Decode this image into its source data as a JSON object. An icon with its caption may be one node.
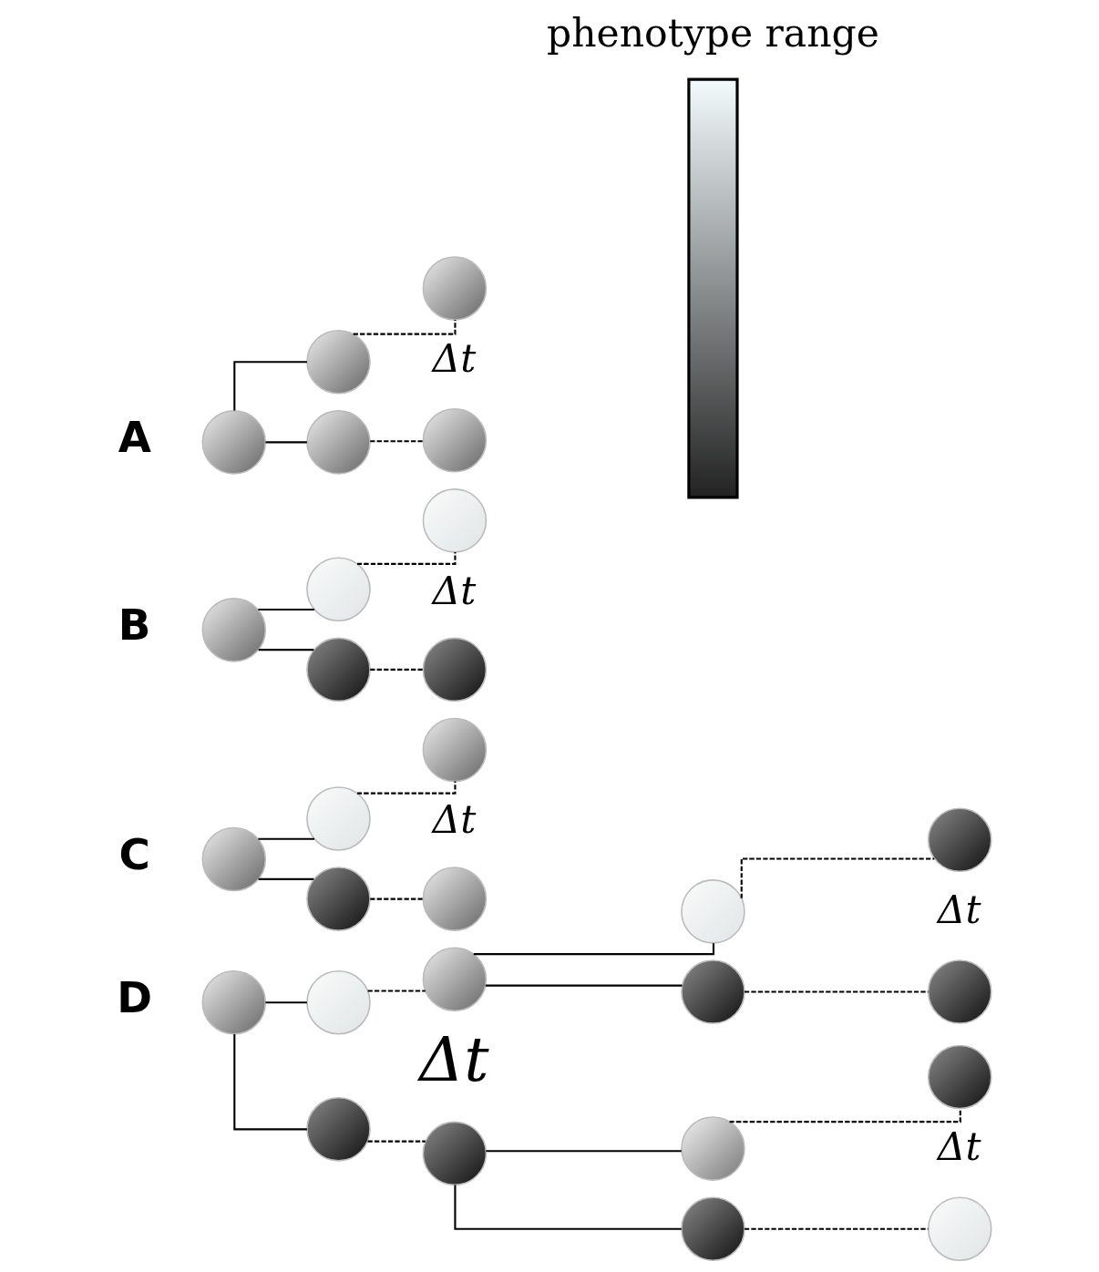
{
  "diagram": {
    "nodes": [
      {
        "text": [],
        "shape": "circle"
      },
      {
        "text": [],
        "shape": "circle"
      },
      {
        "text": [],
        "shape": "circle"
      },
      {
        "text": [],
        "shape": "circle"
      },
      {
        "text": [],
        "shape": "circle"
      },
      {
        "text": [],
        "shape": "circle"
      },
      {
        "text": [],
        "shape": "circle"
      },
      {
        "text": [],
        "shape": "circle"
      },
      {
        "text": [],
        "shape": "circle"
      },
      {
        "text": [],
        "shape": "circle"
      },
      {
        "text": [],
        "shape": "circle"
      },
      {
        "text": [],
        "shape": "circle"
      },
      {
        "text": [],
        "shape": "circle"
      },
      {
        "text": [],
        "shape": "circle"
      },
      {
        "text": [],
        "shape": "circle"
      },
      {
        "text": [],
        "shape": "circle"
      },
      {
        "text": [],
        "shape": "circle"
      },
      {
        "text": [],
        "shape": "circle"
      },
      {
        "text": [],
        "shape": "circle"
      },
      {
        "text": [],
        "shape": "circle"
      },
      {
        "text": [],
        "shape": "circle"
      },
      {
        "text": [],
        "shape": "circle"
      },
      {
        "text": [],
        "shape": "circle"
      },
      {
        "text": [],
        "shape": "circle"
      },
      {
        "text": [],
        "shape": "circle"
      },
      {
        "text": [],
        "shape": "circle"
      },
      {
        "text": [],
        "shape": "circle"
      },
      {
        "text": [],
        "shape": "circle"
      },
      {
        "text": [],
        "shape": "bar",
        "beside": [
          "phenotype range"
        ]
      }
    ],
    "edges": [
      {
        "from": 0,
        "to": 1,
        "arrow": "none"
      },
      {
        "from": 0,
        "to": 3,
        "arrow": "none"
      },
      {
        "from": 1,
        "to": 2,
        "arrow": "none",
        "style": "dashed"
      },
      {
        "from": 3,
        "to": 4,
        "arrow": "none",
        "style": "dashed"
      },
      {
        "from": 5,
        "to": 6,
        "arrow": "none"
      },
      {
        "from": 5,
        "to": 8,
        "arrow": "none"
      },
      {
        "from": 6,
        "to": 7,
        "arrow": "none",
        "style": "dashed"
      },
      {
        "from": 8,
        "to": 9,
        "arrow": "none",
        "style": "dashed"
      },
      {
        "from": 10,
        "to": 11,
        "arrow": "none"
      },
      {
        "from": 10,
        "to": 13,
        "arrow": "none"
      },
      {
        "from": 11,
        "to": 12,
        "arrow": "none",
        "style": "dashed"
      },
      {
        "from": 13,
        "to": 14,
        "arrow": "none",
        "style": "dashed"
      },
      {
        "from": 15,
        "to": 16,
        "arrow": "none"
      },
      {
        "from": 15,
        "to": 22,
        "arrow": "none"
      },
      {
        "from": 16,
        "to": 17,
        "arrow": "none",
        "style": "dashed"
      },
      {
        "from": 17,
        "to": 18,
        "arrow": "none"
      },
      {
        "from": 17,
        "to": 20,
        "arrow": "none"
      },
      {
        "from": 18,
        "to": 19,
        "arrow": "none",
        "style": "dashed"
      },
      {
        "from": 20,
        "to": 21,
        "arrow": "none",
        "style": "dashed"
      },
      {
        "from": 22,
        "to": 23,
        "arrow": "none",
        "style": "dashed"
      },
      {
        "from": 23,
        "to": 24,
        "arrow": "none"
      },
      {
        "from": 23,
        "to": 26,
        "arrow": "none"
      },
      {
        "from": 24,
        "to": 25,
        "arrow": "none",
        "style": "dashed"
      },
      {
        "from": 26,
        "to": 27,
        "arrow": "none",
        "style": "dashed"
      }
    ],
    "labels": [
      "A",
      "Δt",
      "B",
      "Δt",
      "C",
      "Δt",
      "Δt",
      "Δt",
      "D",
      "Δt"
    ]
  }
}
